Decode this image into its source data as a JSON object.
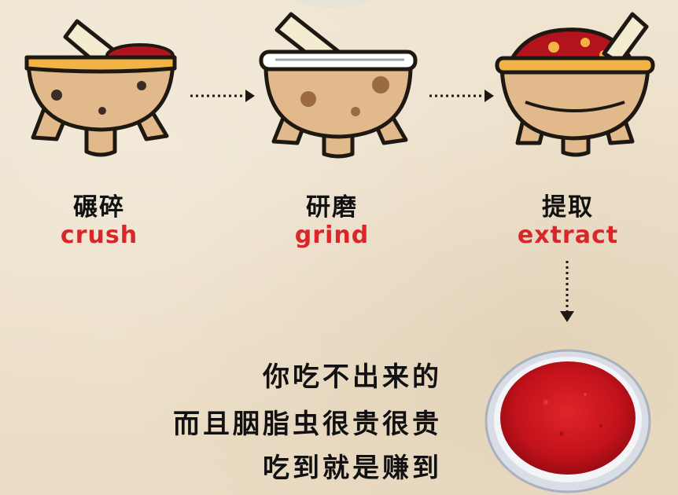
{
  "steps": [
    {
      "cn": "碾碎",
      "en": "crush"
    },
    {
      "cn": "研磨",
      "en": "grind"
    },
    {
      "cn": "提取",
      "en": "extract"
    }
  ],
  "tagline": [
    "你吃不出来的",
    "而且胭脂虫很贵很贵",
    "吃到就是赚到"
  ],
  "colors": {
    "bowl": "#e2b98a",
    "outline": "#1e1812",
    "rim": "#f2b446",
    "red": "#c8141e",
    "label_red": "#d8262a"
  },
  "icons": [
    "mortar-pestle-crush-icon",
    "mortar-pestle-grind-icon",
    "mortar-pestle-extract-icon",
    "arrow-right-icon",
    "arrow-down-icon",
    "red-powder-dish-icon"
  ]
}
